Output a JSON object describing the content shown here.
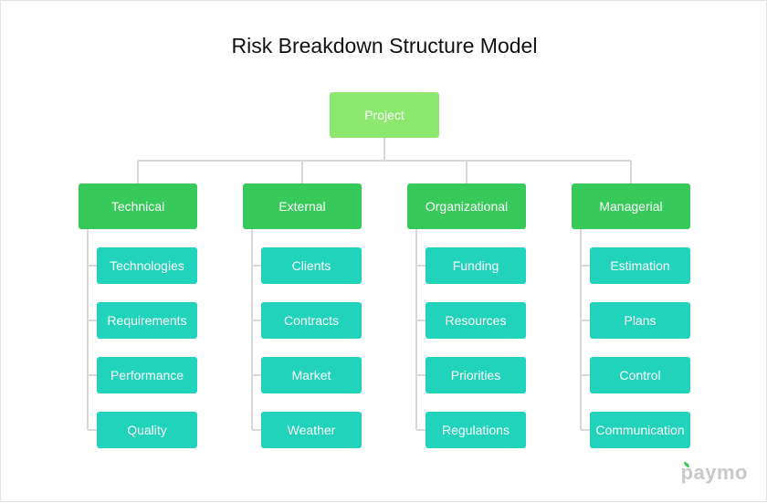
{
  "title": "Risk Breakdown Structure Model",
  "root": {
    "label": "Project"
  },
  "categories": [
    {
      "label": "Technical",
      "items": [
        "Technologies",
        "Requirements",
        "Performance",
        "Quality"
      ]
    },
    {
      "label": "External",
      "items": [
        "Clients",
        "Contracts",
        "Market",
        "Weather"
      ]
    },
    {
      "label": "Organizational",
      "items": [
        "Funding",
        "Resources",
        "Priorities",
        "Regulations"
      ]
    },
    {
      "label": "Managerial",
      "items": [
        "Estimation",
        "Plans",
        "Control",
        "Communication"
      ]
    }
  ],
  "logo": {
    "text": "paymo"
  },
  "colors": {
    "root": "#8de86f",
    "category": "#37c95a",
    "leaf": "#22d3bb",
    "connector": "#d8d8d8",
    "title": "#111111",
    "logo": "#c9c9c9"
  }
}
